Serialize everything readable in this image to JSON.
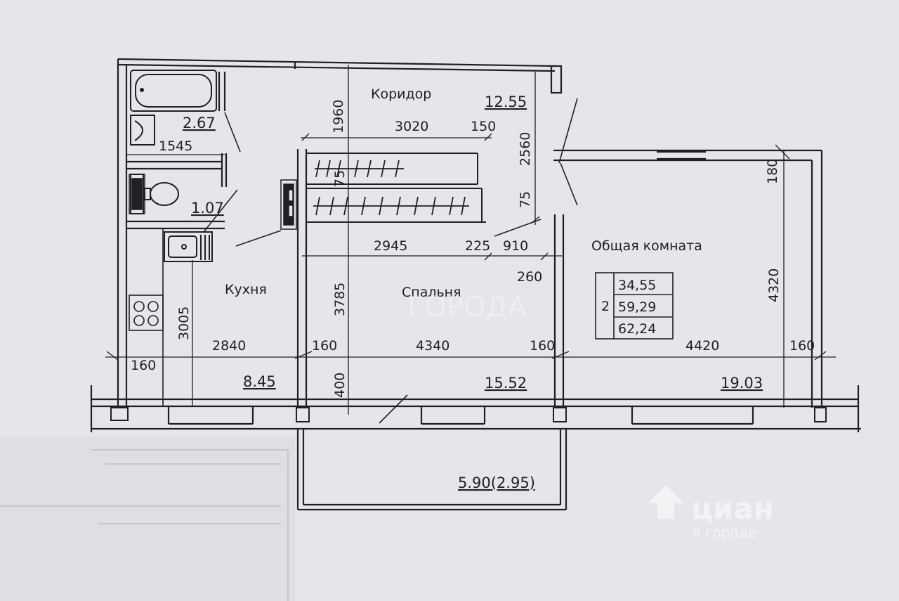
{
  "rooms": {
    "corridor": "Коридор",
    "kitchen": "Кухня",
    "bedroom": "Спальня",
    "living": "Общая комната"
  },
  "areas": {
    "corridor": "12.55",
    "bathroom": "2.67",
    "toilet": "1.07",
    "kitchen": "8.45",
    "bedroom": "15.52",
    "living": "19.03",
    "balcony": "5.90(2.95)"
  },
  "summary": {
    "room_count": "2",
    "living_area": "34,55",
    "total_area": "59,29",
    "total_with_balcony": "62,24"
  },
  "dimensions": {
    "d1960": "1960",
    "d3020": "3020",
    "d150": "150",
    "d2560": "2560",
    "d75": "75",
    "d75b": "75",
    "d1545": "1545",
    "d2945": "2945",
    "d225": "225",
    "d910": "910",
    "d260": "260",
    "d180": "180",
    "d3005": "3005",
    "d3785": "3785",
    "d4320": "4320",
    "d2840": "2840",
    "d160a": "160",
    "d160b": "160",
    "d4340": "4340",
    "d160c": "160",
    "d4420": "4420",
    "d160d": "160",
    "d400": "400"
  },
  "watermarks": {
    "cian_logo": "циан",
    "cian_sub": "в городе",
    "gorod": "ГОРОДА"
  },
  "colors": {
    "paper": "#e4e6e9",
    "ink": "#1e2023"
  }
}
